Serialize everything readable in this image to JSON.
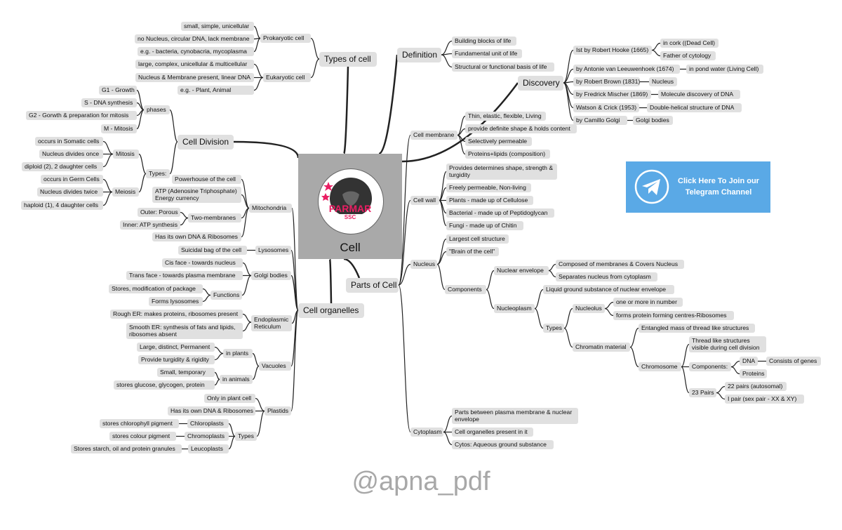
{
  "center": {
    "title": "Cell",
    "logo": "PARMAR",
    "logo_sub": "SSC"
  },
  "telegram": {
    "text": "Click Here To Join our Telegram Channel",
    "icon": "telegram-icon",
    "color": "#5aa9e6"
  },
  "watermark": "@apna_pdf",
  "nodes": {
    "types": "Types of cell",
    "pro": "Prokaryotic cell",
    "pro1": "small, simple, unicellular",
    "pro2": "no Nucleus, circular DNA, lack membrane",
    "pro3": "e.g. - bacteria, cynobacria, mycoplasma",
    "euk": "Eukaryotic cell",
    "euk1": "large, complex, unicellular & multicellular",
    "euk2": "Nucleus & Membrane present, linear DNA",
    "euk3": "e.g. - Plant, Animal",
    "div": "Cell Division",
    "phases": "phases",
    "ph1": "G1 - Growth",
    "ph2": "S - DNA synthesis",
    "ph3": "G2 - Gorwth & preparation for mitosis",
    "ph4": "M - Mitosis",
    "dtypes": "Types:",
    "mitosis": "Mitosis",
    "mi1": "occurs in Somatic cells",
    "mi2": "Nucleus divides once",
    "mi3": "diploid (2), 2 daughter cells",
    "meiosis": "Meiosis",
    "me1": "occurs in Germ Cells",
    "me2": "Nucleus divides twice",
    "me3": "haploid (1), 4 daughter cells",
    "org": "Cell organelles",
    "mito": "Mitochondria",
    "mt1": "Powerhouse of the cell",
    "mt2": "ATP (Adenosine Triphosphate) Energy currency",
    "twomem": "Two-membranes",
    "tm1": "Outer: Porous",
    "tm2": "Inner: ATP synthesis",
    "mt3": "Has its own DNA & Ribosomes",
    "lyso": "Lysosomes",
    "ly1": "Suicidal bag of the cell",
    "golgi": "Golgi bodies",
    "go1": "Cis face - towards nucleus",
    "go2": "Trans face - towards plasma membrane",
    "func": "Functions",
    "fn1": "Stores, modification of package",
    "fn2": "Forms lysosomes",
    "er": "Endoplasmic Reticulum",
    "er1": "Rough ER: makes proteins, ribosomes present",
    "er2": "Smooth ER: synthesis of fats and lipids, ribosomes absent",
    "vac": "Vacuoles",
    "inplants": "in plants",
    "vp1": "Large, distinct, Permanent",
    "vp2": "Provide turgidity & rigidity",
    "inanimals": "in animals",
    "va1": "Small, temporary",
    "va2": "stores glucose, glycogen, protein",
    "plast": "Plastids",
    "pl1": "Only in plant cell",
    "pl2": "Has its own DNA & Ribosomes",
    "ptypes": "Types",
    "chloro": "Chloroplasts",
    "chlorod": "stores chlorophyll pigment",
    "chromo": "Chromoplasts",
    "chromod": "stores colour pigment",
    "leuco": "Leucoplasts",
    "leucod": "Stores starch, oil and protein granules",
    "def": "Definition",
    "def1": "Building blocks of life",
    "def2": "Fundamental unit of life",
    "def3": "Structural or functional basis of life",
    "disc": "Discovery",
    "d1": "Ist by Robert Hooke (1665)",
    "d1a": "in cork ((Dead Cell)",
    "d1b": "Father of cytology",
    "d2": "by Antonie van Leeuwenhoek (1674)",
    "d2a": "in pond water (Living Cell)",
    "d3": "by Robert Brown (1831)",
    "d3a": "Nucleus",
    "d4": "by Fredrick Mischer (1869)",
    "d4a": "Molecule discovery of DNA",
    "d5": "Watson & Crick (1953)",
    "d5a": "Double-helical structure of DNA",
    "d6": "by Camillo Golgi",
    "d6a": "Golgi bodies",
    "parts": "Parts of Cell",
    "cm": "Cell membrane",
    "cm1": "Thin, elastic, flexible, Living",
    "cm2": "provide definite shape & holds content",
    "cm3": "Selectively permeable",
    "cm4": "Proteins+lipids (composition)",
    "cw": "Cell wall",
    "cw1": "Provides determines shape, strength & turgidity",
    "cw2": "Freely permeable, Non-living",
    "cw3": "Plants - made up of Cellulose",
    "cw4": "Bacterial - made up of Peptidoglycan",
    "cw5": "Fungi - made up of Chitin",
    "nuc": "Nucleus",
    "nu1": "Largest cell structure",
    "nu2": "\"Brain of the cell\"",
    "comp": "Components",
    "nenv": "Nuclear envelope",
    "ne1": "Composed of membranes & Covers Nucleus",
    "ne2": "Separates nucleus from cytoplasm",
    "nplasm": "Nucleoplasm",
    "np1": "Liquid ground substance of nuclear envelope",
    "ntypes": "Types",
    "nucleolus": "Nucleolus",
    "nl1": "one or more in number",
    "nl2": "forms protein forming centres-Ribosomes",
    "chrom": "Chromatin material",
    "cr1": "Entangled mass of thread like structures",
    "chromosome": "Chromosome",
    "cs1": "Thread like structures visible during cell division",
    "cscomp": "Components:",
    "dna": "DNA",
    "dna1": "Consists of genes",
    "prot": "Proteins",
    "pairs": "23 Pairs",
    "pr1": "22 pairs (autosomal)",
    "pr2": "I pair (sex pair - XX & XY)",
    "cyto": "Cytoplasm",
    "cy1": "Parts between plasma membrane & nuclear envelope",
    "cy2": "Cell organelles present in it",
    "cy3": "Cytos: Aqueous ground substance"
  }
}
